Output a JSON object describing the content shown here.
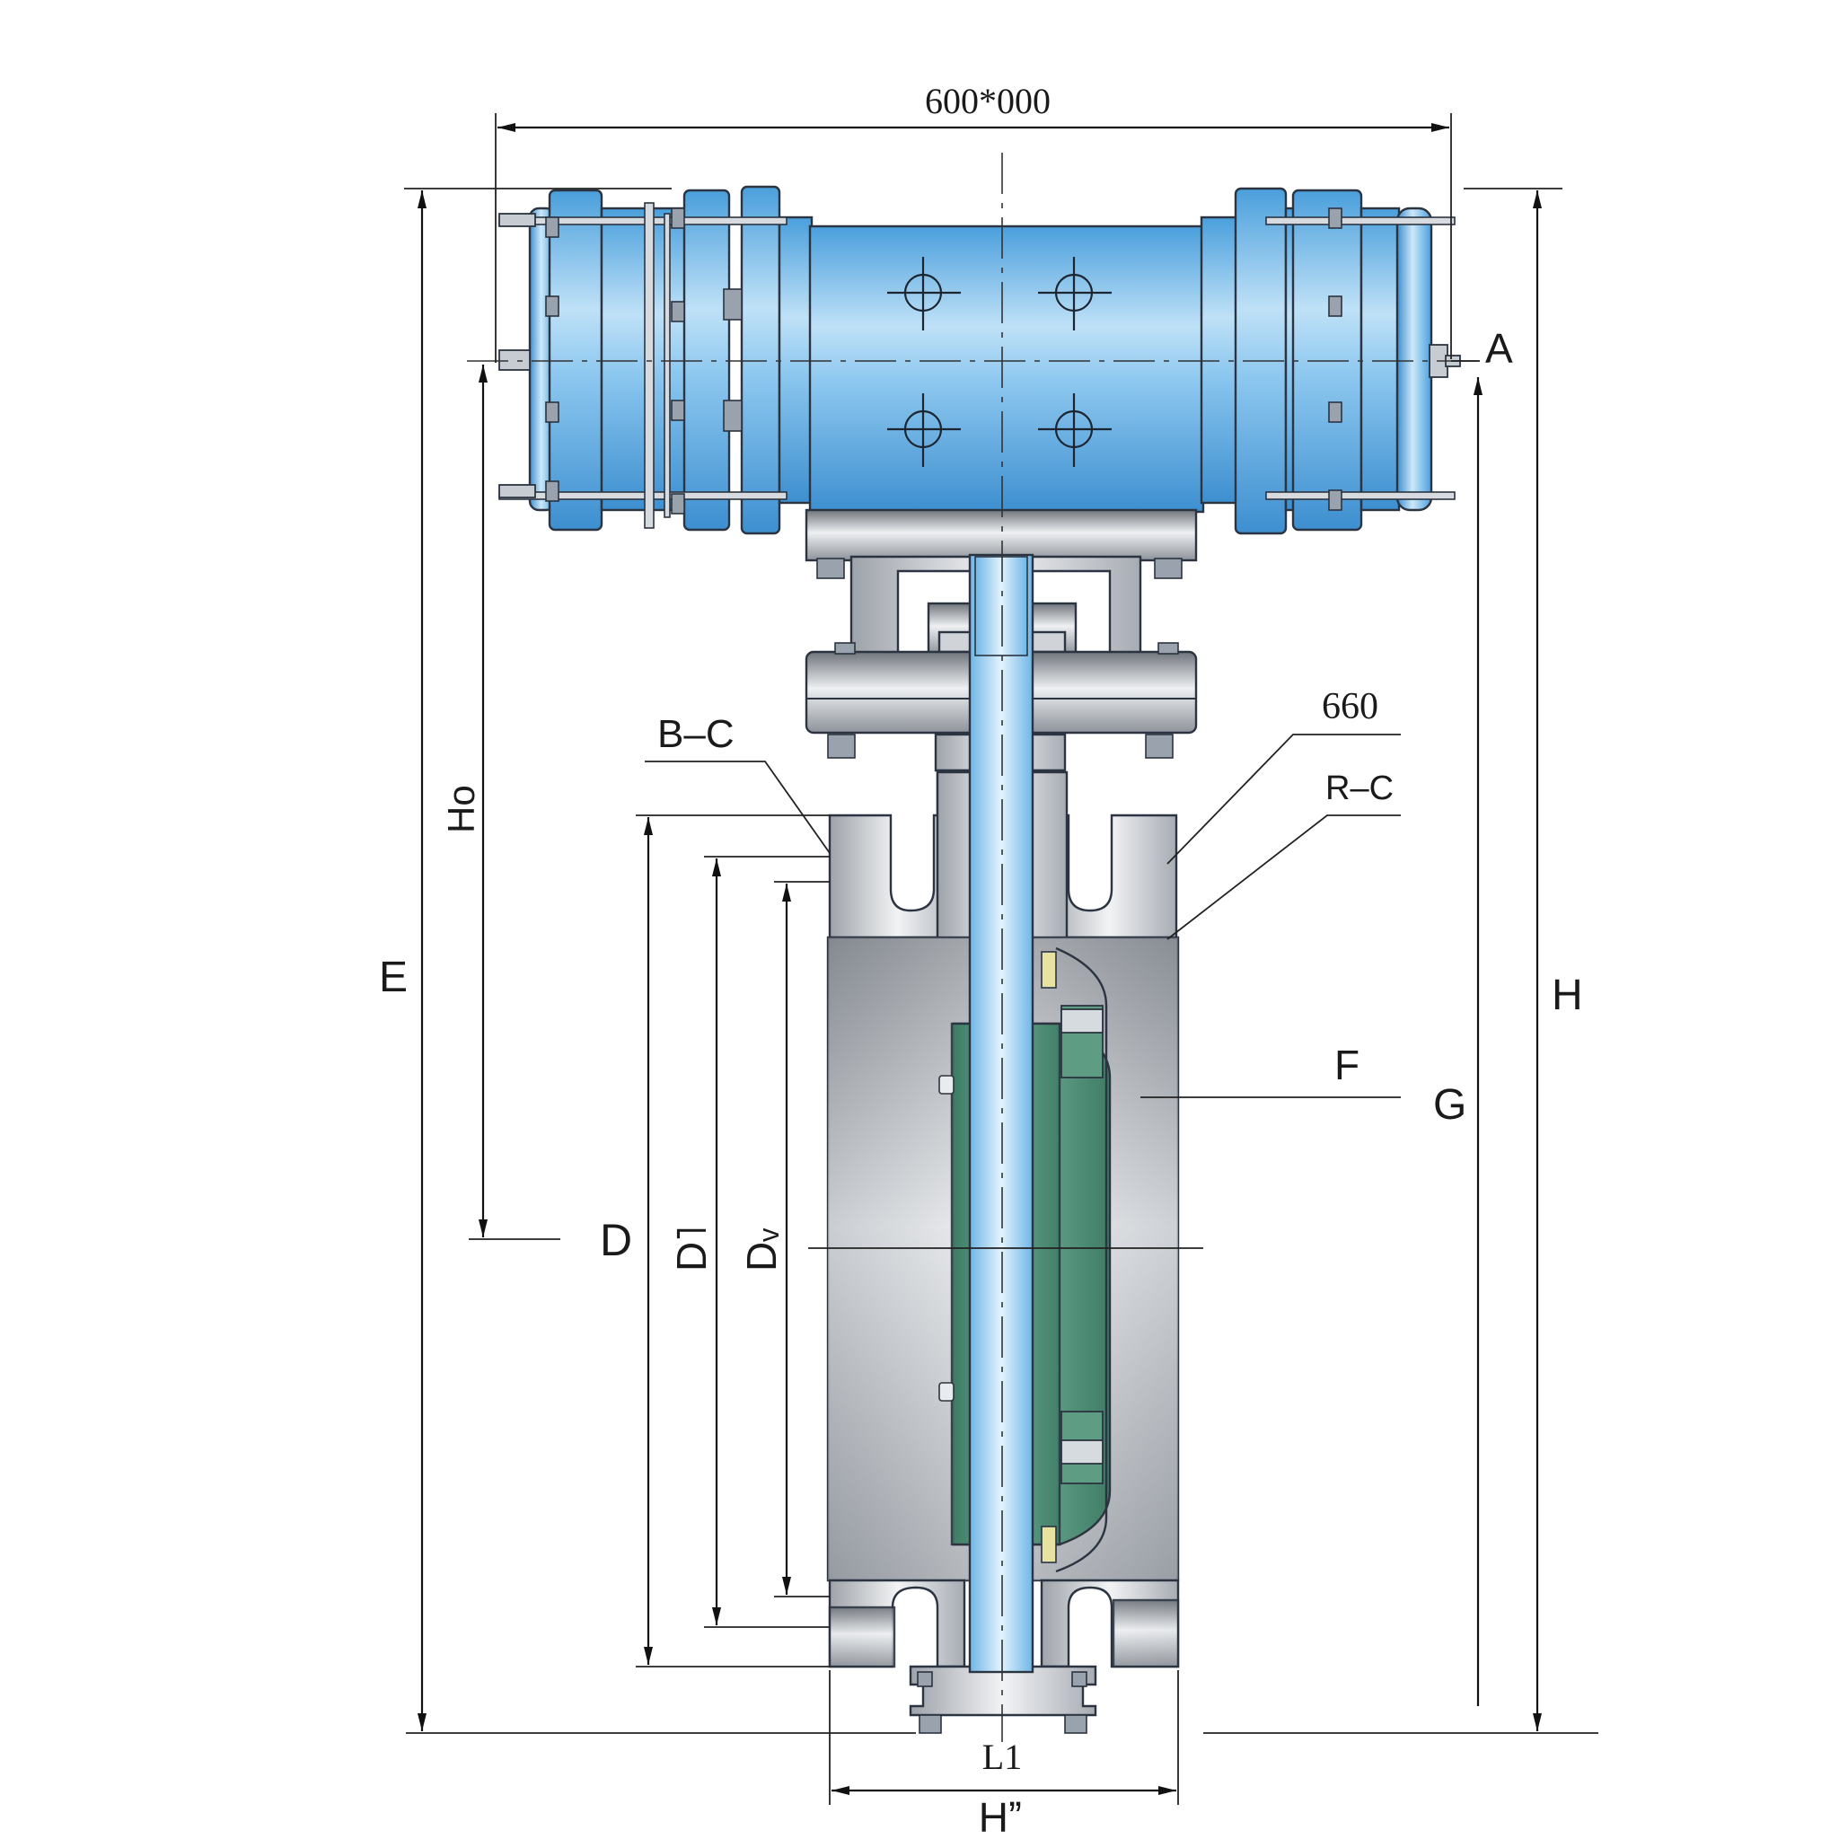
{
  "labels": {
    "top_dimension": "600*000",
    "a": "A",
    "b_c": "B–C",
    "size_660": "660",
    "r_c": "R–C",
    "ho": "Ho",
    "e": "E",
    "h": "H",
    "f": "F",
    "g": "G",
    "d": "D",
    "d1": "D˥",
    "d2": "Dᵥ",
    "l1": "L1",
    "h_prime": "Hˮ"
  },
  "colors": {
    "actuator_blue": "#4a9fdc",
    "actuator_light": "#bfe1f7",
    "body_grey": "#c9ccd1",
    "body_light": "#eef0f2",
    "stem_blue": "#9fd2f0",
    "disc_green": "#4f8f78",
    "seal_yellow": "#e8e2a0",
    "line": "#111111"
  }
}
